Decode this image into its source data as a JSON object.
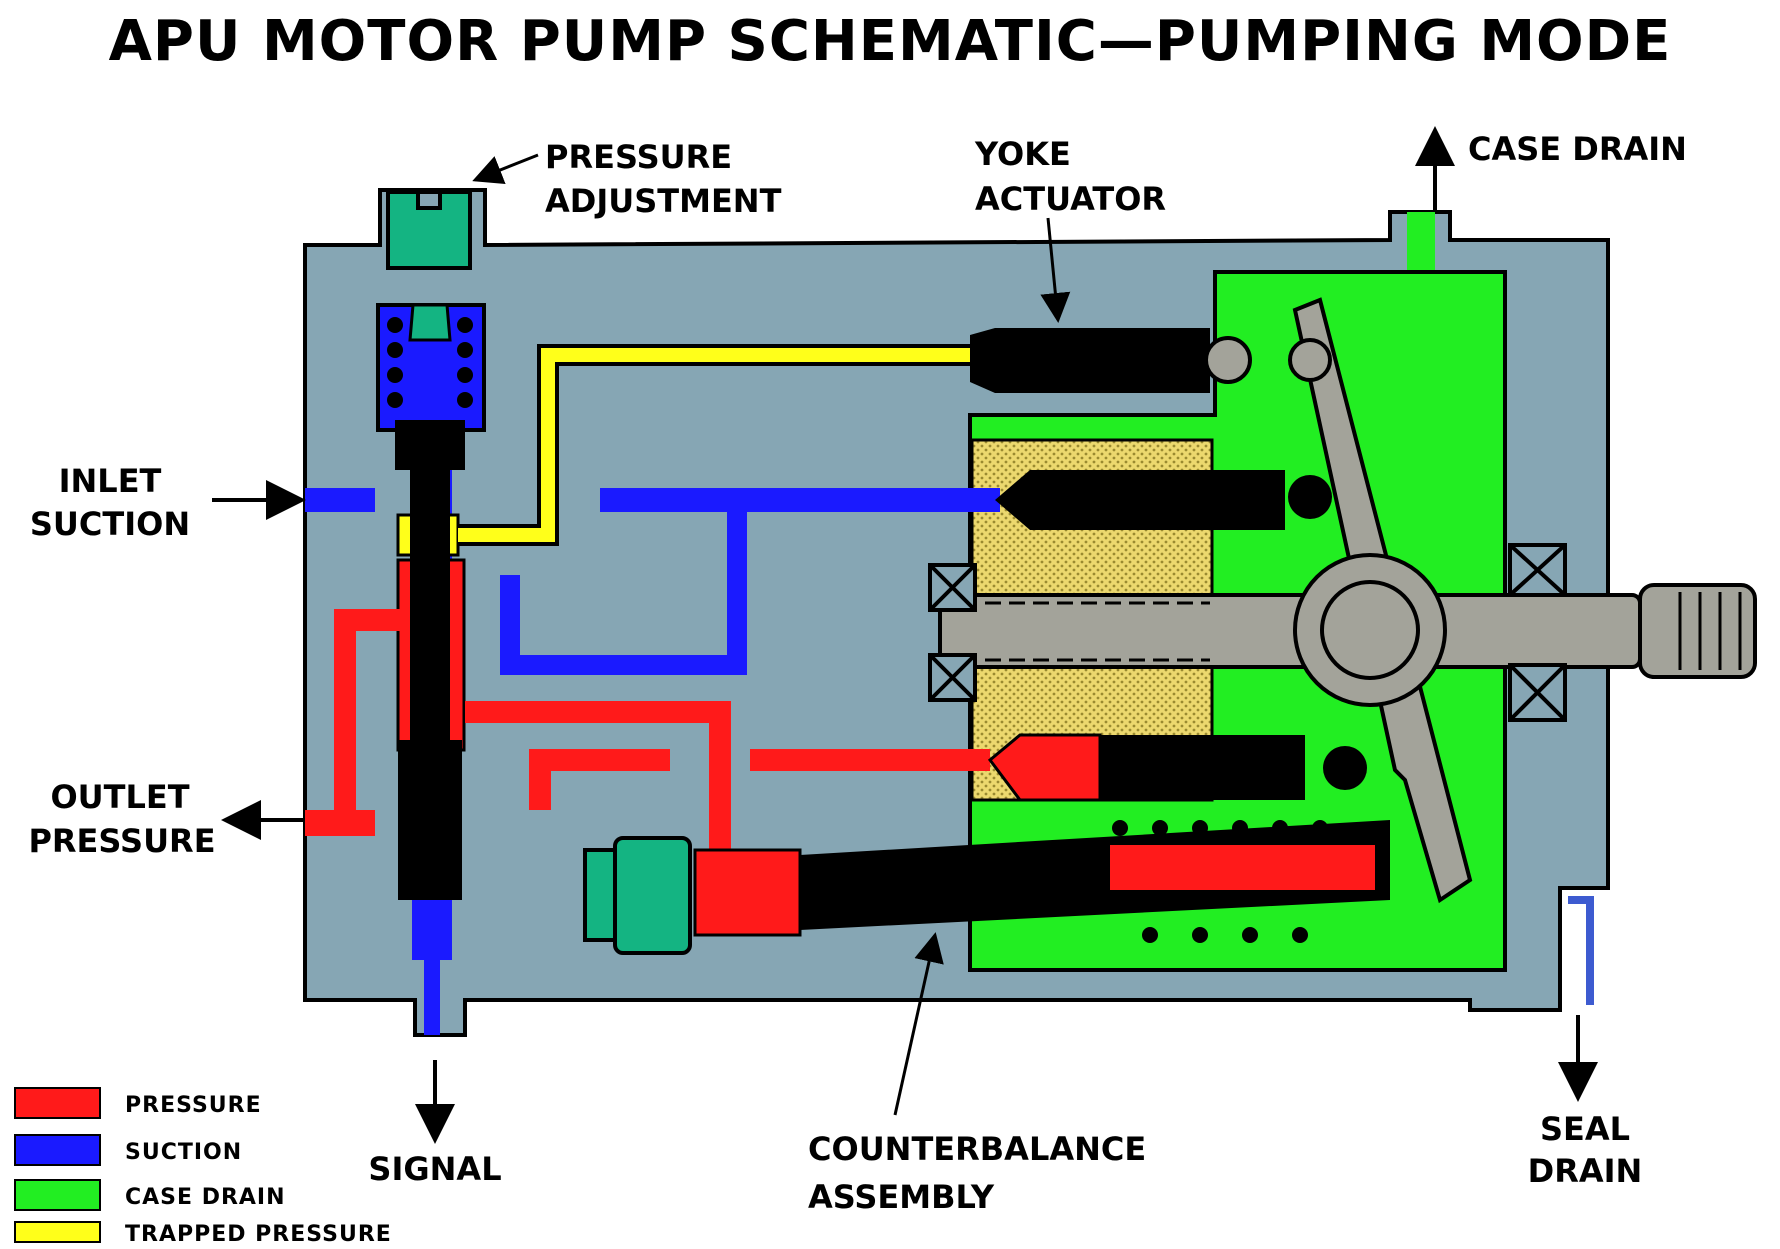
{
  "title": "APU MOTOR PUMP SCHEMATIC—PUMPING MODE",
  "labels": {
    "pressure_adjustment": [
      "PRESSURE",
      "ADJUSTMENT"
    ],
    "yoke_actuator": [
      "YOKE",
      "ACTUATOR"
    ],
    "case_drain": "CASE DRAIN",
    "inlet_suction": [
      "INLET",
      "SUCTION"
    ],
    "outlet_pressure": [
      "OUTLET",
      "PRESSURE"
    ],
    "signal": "SIGNAL",
    "counterbalance_assembly": [
      "COUNTERBALANCE",
      "ASSEMBLY"
    ],
    "seal_drain": [
      "SEAL",
      "DRAIN"
    ]
  },
  "legend": [
    {
      "label": "PRESSURE",
      "color": "#ff1a1a"
    },
    {
      "label": "SUCTION",
      "color": "#1a1aff"
    },
    {
      "label": "CASE DRAIN",
      "color": "#22ee22"
    },
    {
      "label": "TRAPPED PRESSURE",
      "color": "#ffff1a"
    }
  ],
  "colors": {
    "housing": "#86a6b4",
    "pressure": "#ff1a1a",
    "suction": "#1a1aff",
    "case_drain": "#22ee22",
    "trapped_pressure": "#ffff1a",
    "adjuster": "#14b482",
    "cylinder_block": "#e6d26a",
    "shaft": "#a3a39a"
  }
}
